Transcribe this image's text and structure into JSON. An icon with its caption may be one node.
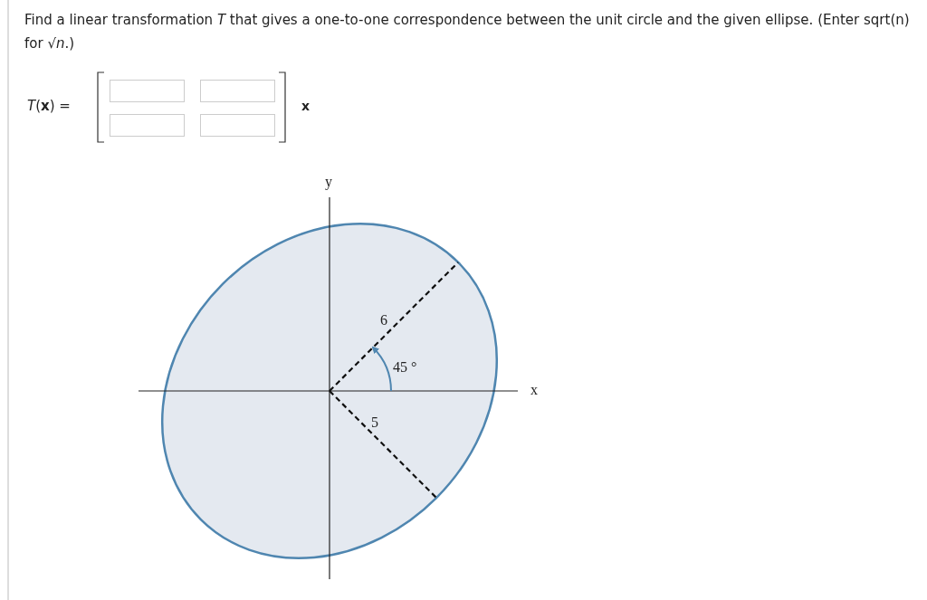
{
  "diagram": {
    "title": "Find a linear transformation *T* that gives a one-to-one correspondence between the unit circle and the given ellipse. (Enter sqrt(n) for √*n*.)",
    "labels": [
      "*T*(**x**) =",
      "x",
      "y",
      "x",
      "6",
      "45 °",
      "5"
    ]
  }
}
